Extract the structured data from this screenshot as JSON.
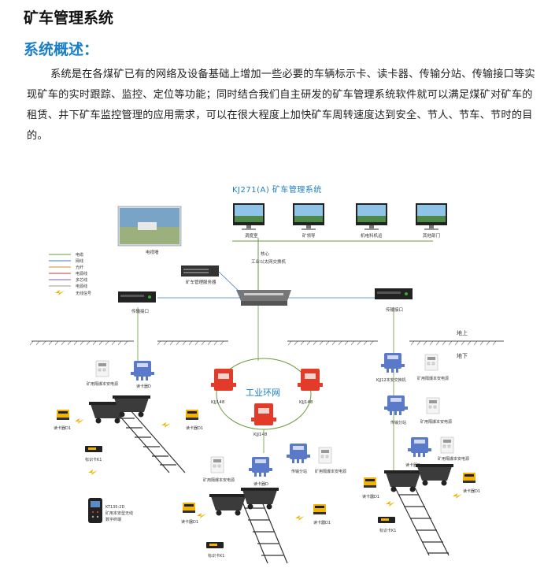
{
  "header": {
    "title": "矿车管理系统",
    "section": "系统概述：",
    "paragraph": "系统是在各煤矿已有的网络及设备基础上增加一些必要的车辆标示卡、读卡器、传输分站、传输接口等实现矿车的实时跟踪、监控、定位等功能；同时结合我们自主研发的矿车管理系统软件就可以满足煤矿对矿车的租赁、井下矿车监控管理的应用需求，可以在很大程度上加快矿车周转速度达到安全、节人、节车、节时的目的。"
  },
  "diagram": {
    "title": "KJ271(A) 矿车管理系统",
    "computers": [
      "调度室",
      "矿领导",
      "机电科机运",
      "其他部门"
    ],
    "video_wall": "电视墙",
    "server": "矿车管理服务器",
    "switch": [
      "核心",
      "工业以太网交换机"
    ],
    "transfer_left": "传输接口",
    "transfer_right": "传输接口",
    "legend": [
      "电缆",
      "网线",
      "光纤",
      "电源线",
      "多芯线",
      "电源线",
      "无线信号"
    ],
    "ground": "地上",
    "underground": "地下",
    "ring": "工业环网",
    "kjj148": [
      "KJJ148",
      "KJJ148",
      "KJJ148"
    ],
    "left_area": {
      "reader_box": "读卡器D",
      "psu": "矿用隔爆本安电源",
      "reader1": "读卡器D1",
      "reader2": "读卡器D1",
      "card": "标识卡K1",
      "phone": [
        "KT135-2D",
        "矿用本安型无线",
        "数字终端"
      ]
    },
    "center_area": {
      "reader_box": "读卡器D",
      "psu": "矿用隔爆本安电源",
      "station": "传输分站",
      "psu2": "矿用隔爆本安电源",
      "reader1": "读卡器D1",
      "reader2": "读卡器D1",
      "card": "标识卡K1"
    },
    "right_area": {
      "switch": "KJJ12本安交换机",
      "psu1": "矿用隔爆本安电源",
      "station": "传输分站",
      "psu2": "矿用隔爆本安电源",
      "reader_box": "读卡器D",
      "psu3": "矿用隔爆本安电源",
      "reader1": "读卡器D1",
      "reader2": "读卡器D1",
      "card": "标识卡K1"
    },
    "colors": {
      "red_box": "#e23b2a",
      "blue_box": "#5a79c8",
      "card": "#f2b400",
      "rail": "#444444"
    }
  }
}
